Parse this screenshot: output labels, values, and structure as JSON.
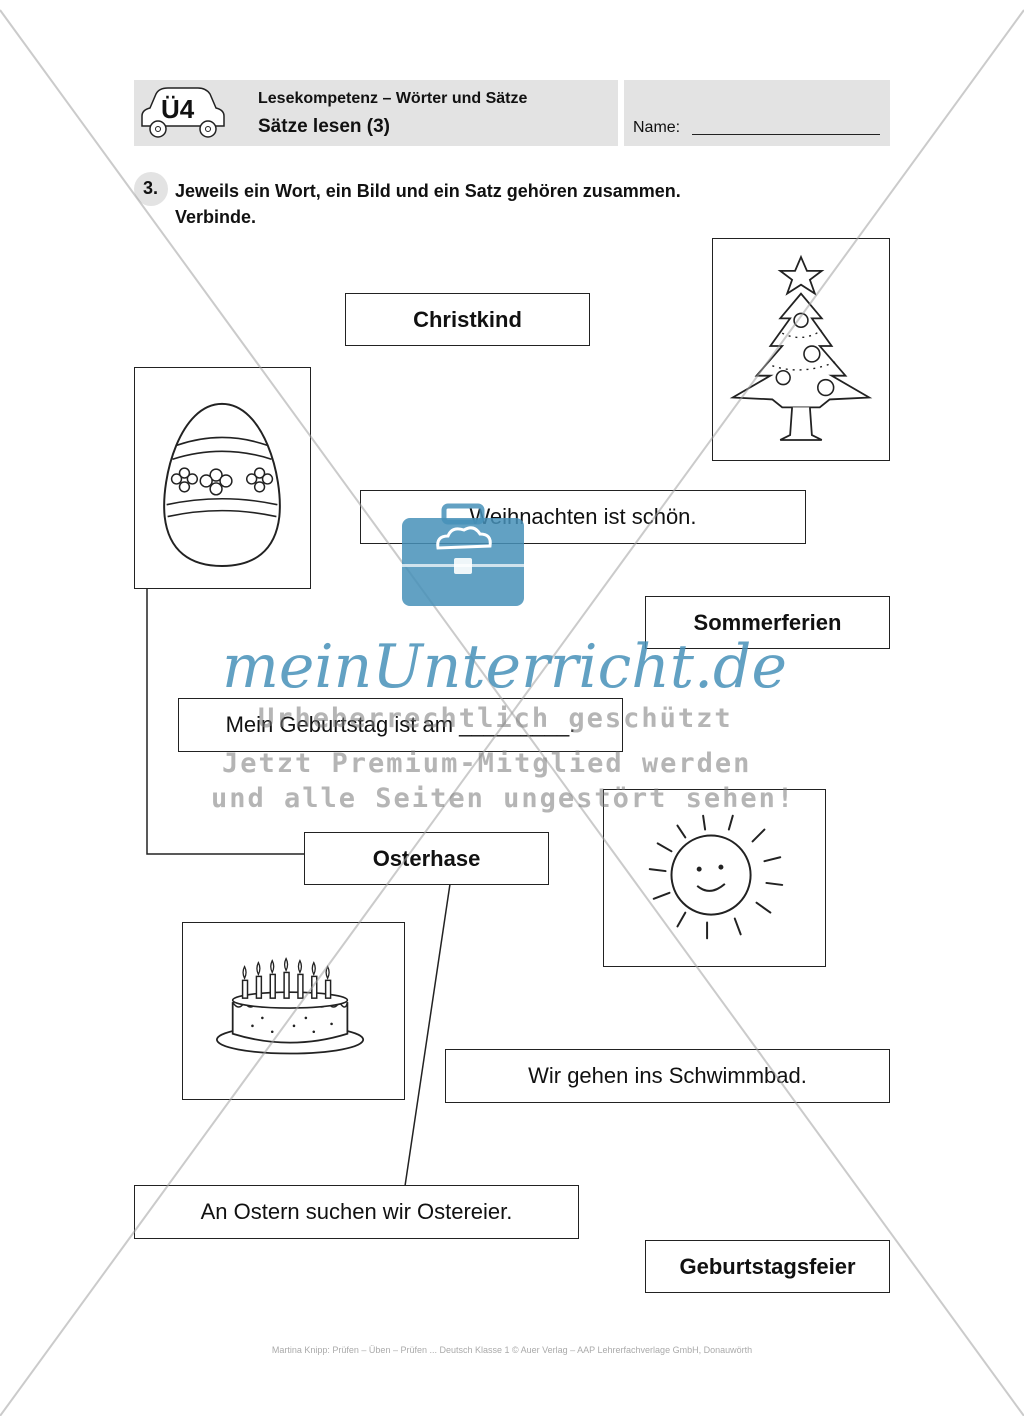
{
  "header": {
    "badge": "Ü4",
    "subtitle": "Lesekompetenz – Wörter und Sätze",
    "title": "Sätze lesen (3)",
    "name_label": "Name:"
  },
  "task": {
    "number": "3.",
    "instruction_line1": "Jeweils ein Wort, ein Bild und ein Satz gehören zusammen.",
    "instruction_line2": "Verbinde."
  },
  "words": {
    "christkind": "Christkind",
    "sommerferien": "Sommerferien",
    "osterhase": "Osterhase",
    "geburtstagsfeier": "Geburtstagsfeier"
  },
  "sentences": {
    "weihnachten": "Weihnachten ist schön.",
    "geburtstag": "Mein Geburtstag ist am _________.",
    "schwimmbad": "Wir gehen ins Schwimmbad.",
    "ostern": "An Ostern suchen wir Ostereier."
  },
  "pictures": {
    "tree": "christmas-tree-icon",
    "egg": "easter-egg-icon",
    "sun": "sun-icon",
    "cake": "birthday-cake-icon"
  },
  "watermark": {
    "brand": "meinUnterricht.de",
    "line1": "Urheberrechtlich geschützt",
    "line2": "Jetzt Premium-Mitglied werden",
    "line3": "und alle Seiten ungestört sehen!",
    "color": "#4a90b8"
  },
  "footer": "Martina Knipp: Prüfen – Üben – Prüfen ... Deutsch Klasse 1 © Auer Verlag – AAP Lehrerfachverlage GmbH, Donauwörth"
}
